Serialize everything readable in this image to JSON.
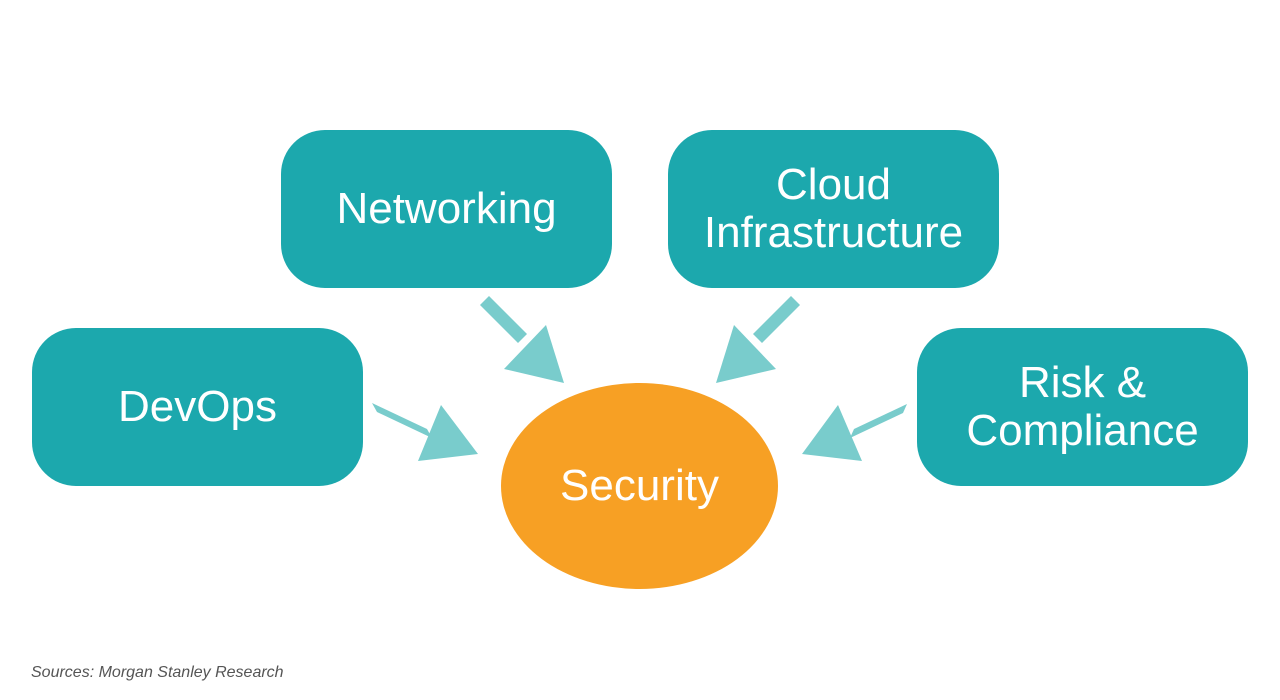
{
  "diagram": {
    "center": {
      "label": "Security",
      "color": "#f7a024"
    },
    "nodes": [
      {
        "id": "networking",
        "lines": [
          "Networking"
        ]
      },
      {
        "id": "cloud",
        "lines": [
          "Cloud",
          "Infrastructure"
        ]
      },
      {
        "id": "devops",
        "lines": [
          "DevOps"
        ]
      },
      {
        "id": "risk",
        "lines": [
          "Risk &",
          "Compliance"
        ]
      }
    ],
    "edges": [
      {
        "from": "networking",
        "to": "security"
      },
      {
        "from": "cloud",
        "to": "security"
      },
      {
        "from": "devops",
        "to": "security"
      },
      {
        "from": "risk",
        "to": "security"
      }
    ],
    "node_color": "#1ca8ad",
    "arrow_color": "#79cccc"
  },
  "footer": {
    "source": "Sources: Morgan Stanley Research"
  }
}
